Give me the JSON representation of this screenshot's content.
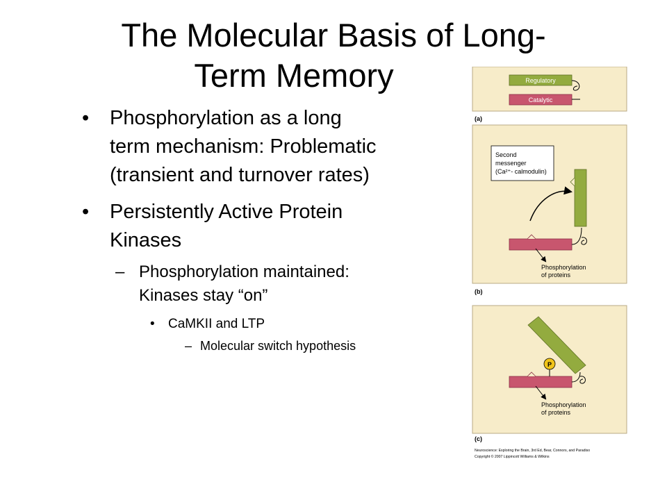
{
  "slide": {
    "title": "The Molecular Basis of Long-Term Memory",
    "title_line1": "The Molecular Basis of Long-",
    "title_line2": "Term Memory"
  },
  "bullets": {
    "b1_line1": "Phosphorylation as a long",
    "b1_line2": "term mechanism: Problematic",
    "b1_line3": "(transient and turnover rates)",
    "b2_line1": "Persistently Active Protein",
    "b2_line2": "Kinases",
    "sub1_line1": "Phosphorylation maintained:",
    "sub1_line2": "Kinases stay “on”",
    "subsub1": "CaMKII and LTP",
    "subsubsub1": "Molecular switch hypothesis"
  },
  "figure": {
    "panel_a": {
      "regulatory_label": "Regulatory",
      "catalytic_label": "Catalytic",
      "panel_label": "(a)"
    },
    "panel_b": {
      "messenger_line1": "Second",
      "messenger_line2": "messenger",
      "messenger_line3": "(Ca²⁺- calmodulin)",
      "phos_line1": "Phosphorylation",
      "phos_line2": "of proteins",
      "panel_label": "(b)"
    },
    "panel_c": {
      "p_label": "P",
      "phos_line1": "Phosphorylation",
      "phos_line2": "of proteins",
      "panel_label": "(c)"
    },
    "credit_line1": "Neuroscience: Exploring the Brain, 3rd Ed, Bear, Connors, and Paradiso",
    "credit_line2": "Copyright © 2007 Lippincott Williams & Wilkins",
    "colors": {
      "panel_bg": "#f7ecc9",
      "regulatory": "#93ab3f",
      "catalytic": "#c8566e",
      "phosphate": "#f0c419"
    }
  }
}
